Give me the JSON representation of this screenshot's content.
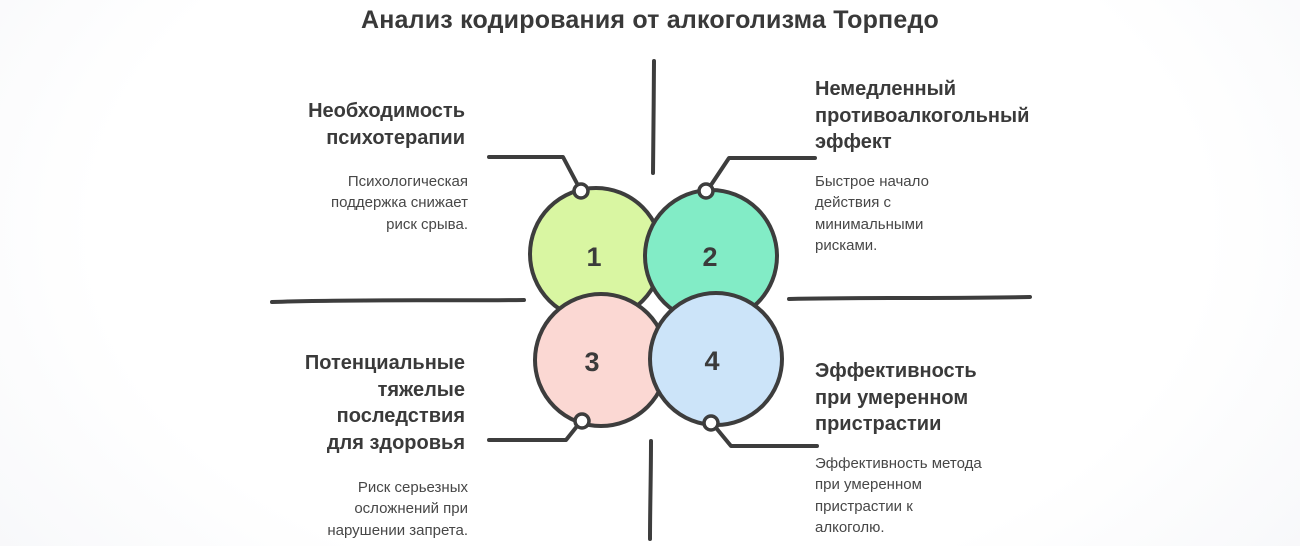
{
  "title": "Анализ кодирования от алкоголизма Торпедо",
  "colors": {
    "stroke": "#3d3d3d",
    "circle1": "#d9f6a2",
    "circle2": "#82ecc6",
    "circle3": "#fbd8d3",
    "circle4": "#cce4f9"
  },
  "circles": [
    {
      "number": "1"
    },
    {
      "number": "2"
    },
    {
      "number": "3"
    },
    {
      "number": "4"
    }
  ],
  "quadrants": {
    "top_left": {
      "heading": "Необходимость психотерапии",
      "description": "Психологическая поддержка снижает риск срыва."
    },
    "top_right": {
      "heading": "Немедленный противоалкогольный эффект",
      "description": "Быстрое начало действия с минимальными рисками."
    },
    "bottom_left": {
      "heading": "Потенциальные тяжелые последствия для здоровья",
      "description": "Риск серьезных осложнений при нарушении запрета."
    },
    "bottom_right": {
      "heading": "Эффективность при умеренном пристрастии",
      "description": "Эффективность метода при умеренном пристрастии к алкоголю."
    }
  }
}
